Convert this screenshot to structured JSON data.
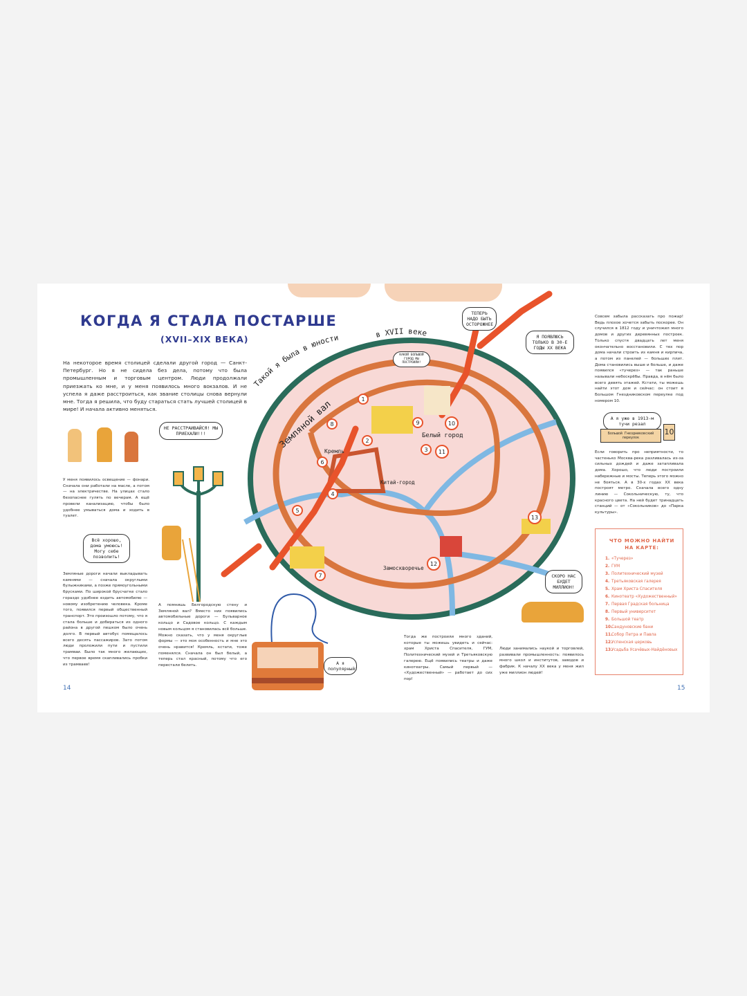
{
  "left_page": {
    "title": "КОГДА Я СТАЛА ПОСТАРШЕ",
    "subtitle": "(XVII–XIX ВЕКА)",
    "intro": "На некоторое время столицей сделали другой город — Санкт-Петербург. Но я не сидела без дела, потому что была промышленным и торговым центром. Люди продолжали приезжать ко мне, и у меня появилось много вокзалов. И не успела я даже расстроиться, как звание столицы снова вернули мне. Тогда я решила, что буду стараться стать лучшей столицей в мире! И начала активно меняться.",
    "lighting_text": "У меня появилось освещение — фонари. Сначала они работали на масле, а потом — на электричестве. На улицах стало безопаснее гулять по вечерам. А ещё провели канализацию, чтобы было удобнее умываться дома и ходить в туалет.",
    "roads_text": "Земляные дороги начали выкладывать камнями — сначала округлыми булыжниками, а позже прямоугольными брусками. По широкой брусчатке стало гораздо удобнее ездить автомобилю — новому изобретению человека. Кроме того, появился первый общественный транспорт. Это произошло потому, что я стала больше и добираться из одного района в другой пешком было очень долго. В первый автобус помещалось всего десять пассажиров. Зато потом люди проложили пути и пустили трамваи. Было так много желающих, что первое время скапливались пробки из трамваев!",
    "walls_text": "А помнишь Белгородскую стену и Земляной вал? Вместо них появились автомобильные дороги — Бульварное кольцо и Садовое кольцо. С каждым новым кольцом я становилась всё больше. Можно сказать, что у меня округлые формы — это моя особенность и мне это очень нравится! Кремль, кстати, тоже поменялся. Сначала он был белый, а теперь стал красный, потому что его перестали белить.",
    "page_number": "14"
  },
  "right_page": {
    "fire_text": "Совсем забыла рассказать про пожар! Ведь плохое хочется забыть поскорее. Он случился в 1812 году и уничтожил много домов и других деревянных построек. Только спустя двадцать лет меня окончательно восстановили. С тех пор дома начали строить из камня и кирпича, а потом из панелей — больших плит. Дома становились выше и больше, и даже появился «тучерез» — так раньше называли небоскрёбы. Правда, в нём было всего девять этажей. Кстати, ты можешь найти этот дом и сейчас: он стоит в Большом Гнездниковском переулке под номером 10.",
    "river_text": "Если говорить про неприятности, то частенько Москва-река разливалась из-за сильных дождей и даже затапливала дома. Хорошо, что люди построили набережные и мосты. Теперь этого можно не бояться. А в 30-х годах XX века построят метро. Сначала всего одну линию — Сокольническую, ту, что красного цвета. На ней будет тринадцать станций — от «Сокольников» до «Парка культуры».",
    "buildings_text": "Тогда же построили много зданий, которые ты можешь увидеть и сейчас: храм Христа Спасителя, ГУМ, Политехнический музей и Третьяковскую галерею. Ещё появились театры и даже кинотеатры. Самый первый — «Художественный» — работает до сих пор!",
    "science_text": "Люди занимались наукой и торговлей, развивали промышленность: появилось много школ и институтов, заводов и фабрик. К началу XX века у меня жил уже миллион людей!",
    "legend_title": "ЧТО МОЖНО НАЙТИ НА КАРТЕ:",
    "legend": [
      "«Тучерез»",
      "ГУМ",
      "Политехнический музей",
      "Третьяковская галерея",
      "Храм Христа Спасителя",
      "Кинотеатр «Художественный»",
      "Первая Градская больница",
      "Первый университет",
      "Большой театр",
      "Сандуновские бани",
      "Собор Петра и Павла",
      "Успенская церковь",
      "Усадьба Усачёвых-Найдёновых"
    ],
    "page_number": "15"
  },
  "bubbles": {
    "people": "Не расстраивайся! Мы приехали!!!",
    "lamplighter": "Всё хорошо, дома умоюсь! Могу себе позволить!",
    "tram": "А я популярный!",
    "cloud": "Теперь надо быть осторожнее",
    "metro": "Я появлюсь только в 30-е годы XX века",
    "builder": "Какой большой город мы построили!",
    "million": "Скоро нас будет миллион!",
    "skyscraper": "А я уже в 1913-м тучи резал",
    "sign": "Большой Гнездниковский переулок",
    "sign_number": "10"
  },
  "map": {
    "arc_label_1": "Такой я была в юности",
    "arc_label_2": "в XVII веке",
    "zemlyanoy_val": "Земляной вал",
    "kremlin": "Кремль",
    "bely_gorod": "Белый город",
    "kitay_gorod": "Китай-город",
    "zamoskvorechye": "Замоскворечье",
    "markers": [
      "1",
      "2",
      "3",
      "4",
      "5",
      "6",
      "7",
      "8",
      "9",
      "10",
      "11",
      "12",
      "13"
    ]
  },
  "colors": {
    "title": "#2f3a8f",
    "legend": "#e0664a",
    "ring": "#2a6b5a",
    "city": "#f8d9d6",
    "wall": "#d9763e",
    "river": "#7fb8e3",
    "metro": "#e8532b"
  }
}
